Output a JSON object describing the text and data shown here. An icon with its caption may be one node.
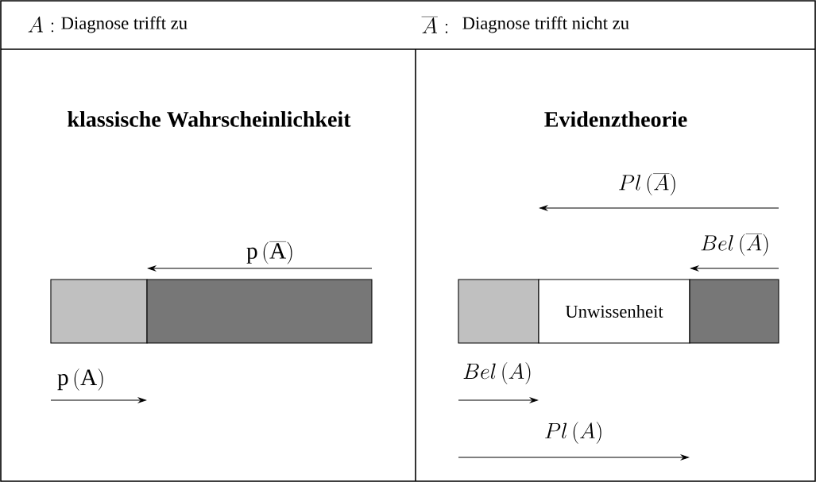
{
  "diagram": {
    "nodes": [
      {
        "text": [],
        "shape": "box"
      },
      {
        "text": [],
        "shape": "box"
      },
      {
        "text": [],
        "shape": "box"
      },
      {
        "text": [
          "Unwissenheit"
        ]
      },
      {
        "text": [],
        "shape": "box"
      }
    ],
    "labels": [
      "A:",
      "Diagnose trifft zu",
      "\\overline{A}:",
      "Diagnose trifft nicht zu",
      "klassische Wahrscheinlichkeit",
      "Evidenztheorie",
      "\\mathrm{p}\\left(\\overline{\\mathrm{A}}\\right)",
      "\\mathrm{p}\\left(\\mathrm{A}\\right)",
      "Pl\\left(\\overline{A}\\right)",
      "Bel\\left(\\overline{A}\\right)",
      "Bel\\left(A\\right)",
      "Pl\\left(A\\right)"
    ]
  }
}
